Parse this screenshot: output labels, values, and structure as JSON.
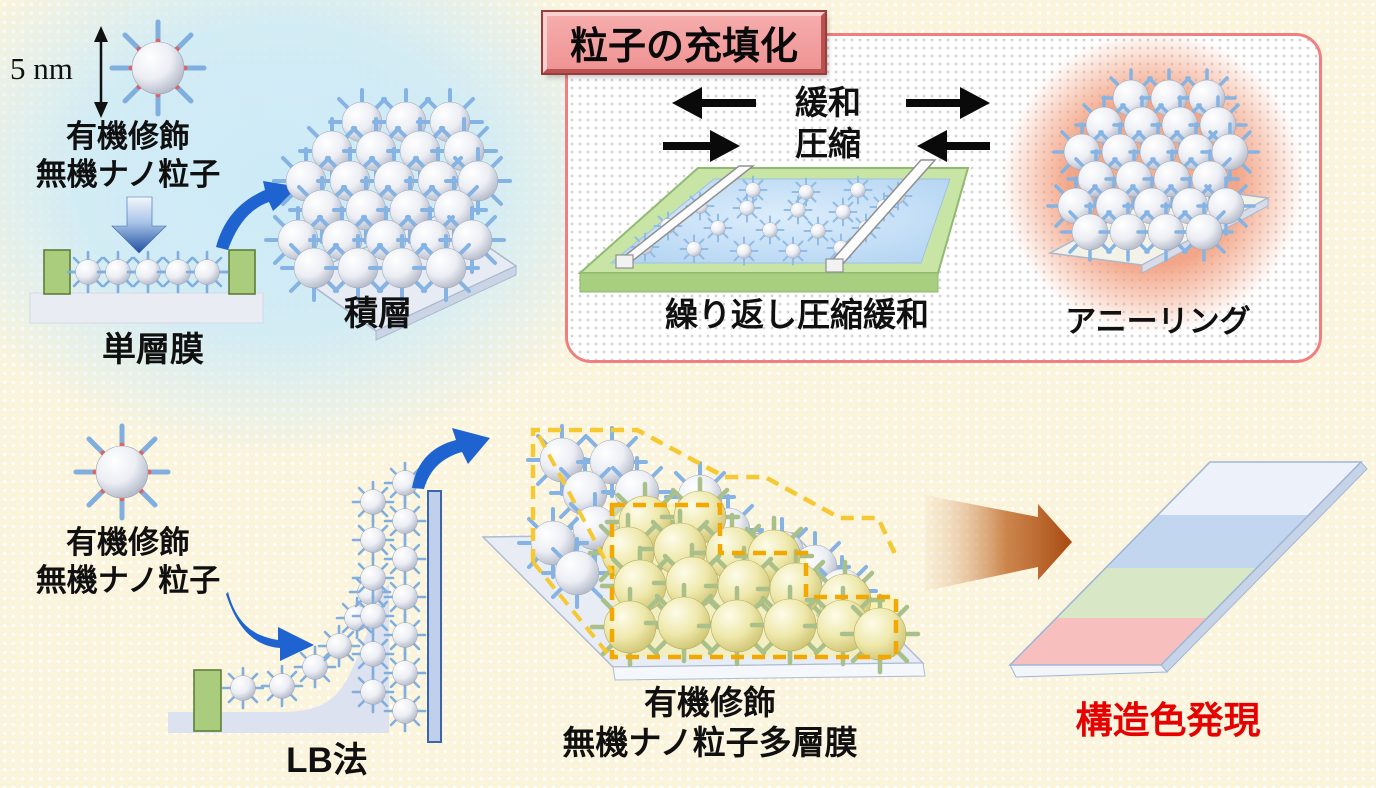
{
  "figure_top_left": {
    "size_label": "5 nm",
    "particle_label_line1": "有機修飾",
    "particle_label_line2": "無機ナノ粒子",
    "monolayer_label": "単層膜",
    "stack_label": "積層"
  },
  "packing_panel": {
    "title": "粒子の充填化",
    "relax_label": "緩和",
    "compress_label": "圧縮",
    "process_label": "繰り返し圧縮緩和",
    "anneal_label": "アニーリング"
  },
  "figure_bottom_left": {
    "particle_label_line1": "有機修飾",
    "particle_label_line2": "無機ナノ粒子",
    "method_label": "LB法"
  },
  "figure_bottom_center": {
    "label_line1": "有機修飾",
    "label_line2": "無機ナノ粒子多層膜"
  },
  "figure_bottom_right": {
    "result_label": "構造色発現"
  },
  "colors": {
    "background_cream": "#FBF4DC",
    "blue_glow": "#CBEAF8",
    "accent_blue_arrow": "#1E63D0",
    "black_arrow": "#0A0A0A",
    "panel_border_pink": "#F08080",
    "title_box_pink": "#F2A0A0",
    "anneal_glow_orange": "#F2A182",
    "brown_arrow": "#B5521A",
    "green_barrier": "#A9CD7D",
    "trough_green": "#C9E5A5",
    "water_blue": "#BBDAF5",
    "yellow_highlight": "#F9F096",
    "dashed_outline_yellow": "#F2A800",
    "stripe_white": "#EDF1F9",
    "stripe_blue": "#C3D6EF",
    "stripe_green": "#D8E7C6",
    "stripe_pink": "#F8BFBF",
    "result_text_red": "#E60000"
  }
}
